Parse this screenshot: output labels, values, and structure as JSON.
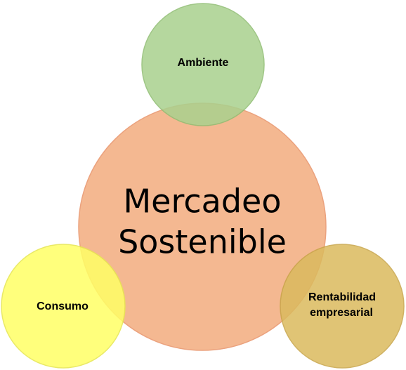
{
  "diagram": {
    "center": {
      "line1": "Mercadeo",
      "line2": "Sostenible",
      "color": "#f4b891"
    },
    "top": {
      "label": "Ambiente",
      "color": "#a9d18e"
    },
    "left": {
      "label": "Consumo",
      "color": "#ffff66"
    },
    "right": {
      "line1": "Rentabilidad",
      "line2": "empresarial",
      "color": "#dbba5e"
    }
  }
}
